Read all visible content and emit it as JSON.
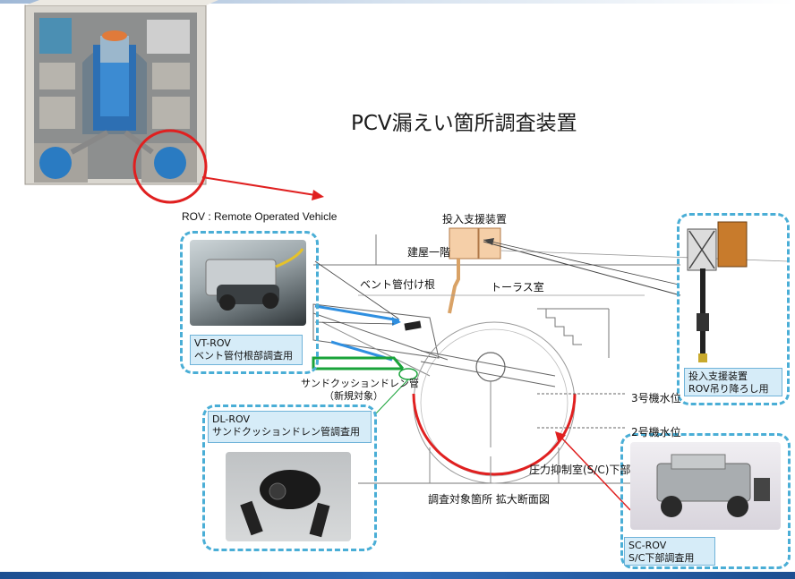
{
  "title": "PCV漏えい箇所調査装置",
  "rov_definition": "ROV : Remote Operated Vehicle",
  "devices": {
    "vt_rov": {
      "name": "VT-ROV",
      "purpose": "ベント管付根部調査用"
    },
    "dl_rov": {
      "name": "DL-ROV",
      "purpose": "サンドクッションドレン管調査用"
    },
    "sc_rov": {
      "name": "SC-ROV",
      "purpose": "S/C下部調査用"
    },
    "support": {
      "name": "投入支援装置",
      "purpose": "ROV吊り降ろし用"
    }
  },
  "diagram_labels": {
    "support_device": "投入支援装置",
    "building_floor1": "建屋一階",
    "vent_root": "ベント管付け根",
    "torus_room": "トーラス室",
    "sand_cushion": "サンドクッションドレン管",
    "new_target": "（新規対象）",
    "unit3_water": "3号機水位",
    "unit2_water": "2号機水位",
    "sc_bottom": "圧力抑制室(S/C)下部",
    "section_caption": "調査対象箇所 拡大断面図"
  },
  "colors": {
    "accent_dash": "#4aaed6",
    "label_fill": "#d6ecf8",
    "arrow_red": "#e02020",
    "water_blue": "#2f8fe0",
    "drain_green": "#19a33a",
    "bar_blue": "#1d4f91"
  }
}
